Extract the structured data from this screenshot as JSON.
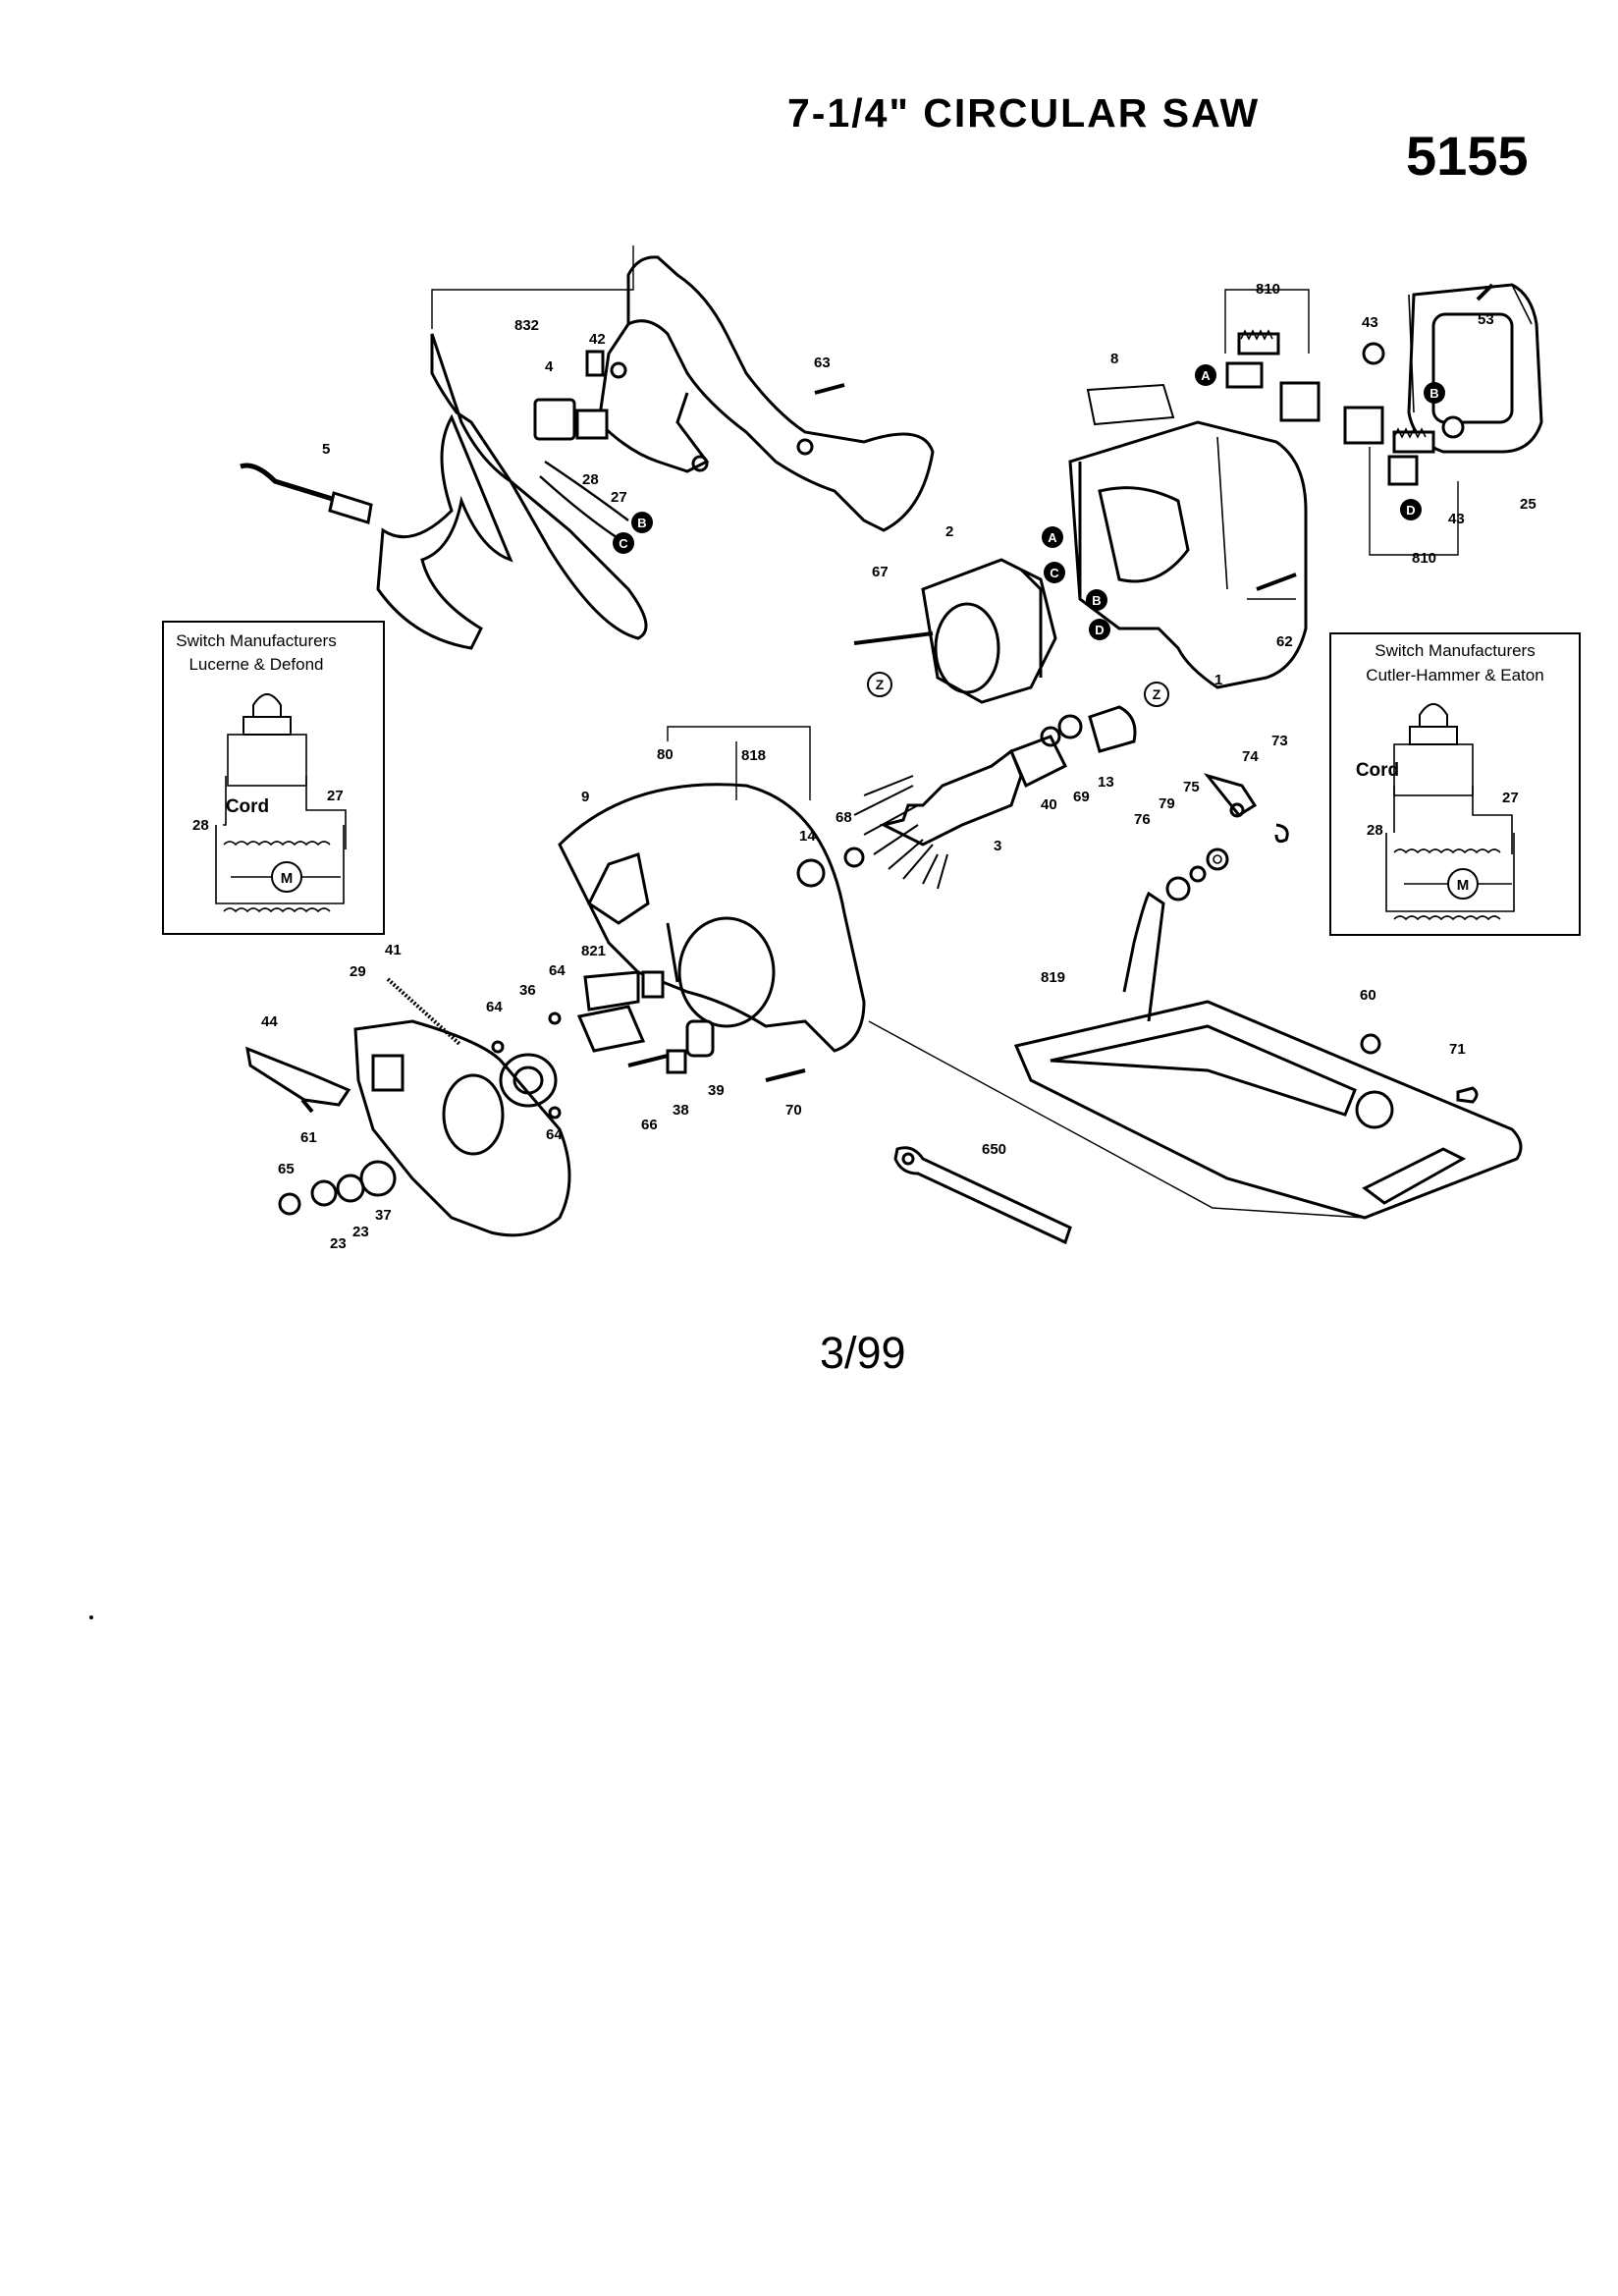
{
  "header": {
    "title": "7-1/4\" CIRCULAR SAW",
    "model": "5155"
  },
  "footer": {
    "date": "3/99"
  },
  "left_box": {
    "title_line1": "Switch Manufacturers",
    "title_line2": "Lucerne & Defond",
    "cord_label": "Cord",
    "label_27": "27",
    "label_28": "28",
    "motor_label": "M"
  },
  "right_box": {
    "title_line1": "Switch Manufacturers",
    "title_line2": "Cutler-Hammer & Eaton",
    "cord_label": "Cord",
    "label_27": "27",
    "label_28": "28",
    "motor_label": "M"
  },
  "connector_letters": {
    "a": "A",
    "b": "B",
    "c": "C",
    "d": "D",
    "z": "Z"
  },
  "part_labels": {
    "p832": "832",
    "p42": "42",
    "p4": "4",
    "p63a": "63",
    "p5": "5",
    "p28": "28",
    "p27": "27",
    "p810a": "810",
    "p53": "53",
    "p43a": "43",
    "p8": "8",
    "p25": "25",
    "p43b": "43",
    "p810b": "810",
    "p2": "2",
    "p67": "67",
    "p62": "62",
    "p1": "1",
    "p818": "818",
    "p80": "80",
    "p9": "9",
    "p14": "14",
    "p68": "68",
    "p3": "3",
    "p40": "40",
    "p69": "69",
    "p13": "13",
    "p73": "73",
    "p74": "74",
    "p75": "75",
    "p79": "79",
    "p76": "76",
    "p41": "41",
    "p29": "29",
    "p36": "36",
    "p64a": "64",
    "p64b": "64",
    "p821": "821",
    "p64c": "64",
    "p44": "44",
    "p61": "61",
    "p65": "65",
    "p23a": "23",
    "p23b": "23",
    "p37": "37",
    "p66": "66",
    "p38": "38",
    "p39": "39",
    "p70": "70",
    "p819": "819",
    "p60": "60",
    "p71": "71",
    "p650": "650"
  }
}
